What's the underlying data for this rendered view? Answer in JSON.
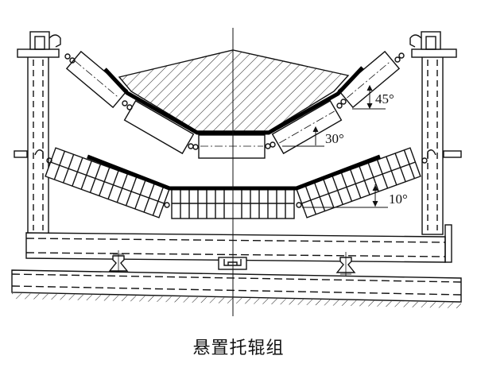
{
  "diagram": {
    "caption": "悬置托辊组",
    "angles": {
      "upper_outer": "45°",
      "upper_inner": "30°",
      "lower": "10°"
    },
    "colors": {
      "line": "#111111",
      "background": "#ffffff"
    }
  }
}
